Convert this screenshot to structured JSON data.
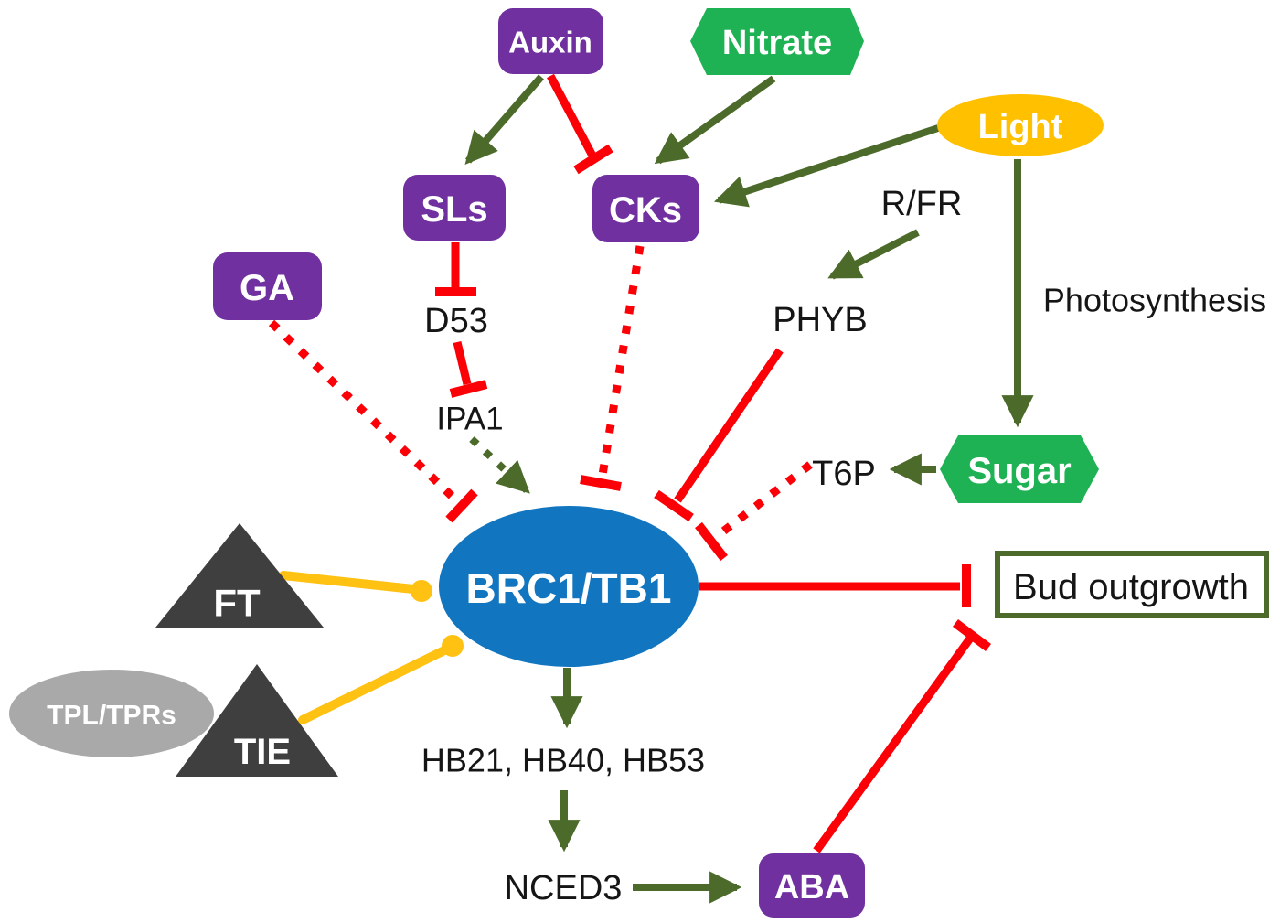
{
  "figure": {
    "type": "signaling-pathway-diagram",
    "description": "Regulatory network of axillary bud outgrowth converging on BRC1/TB1"
  },
  "nodes": {
    "auxin": {
      "label": "Auxin",
      "shape": "rounded-rectangle",
      "fill": "#7030A0",
      "text_color": "#FFFFFF"
    },
    "nitrate": {
      "label": "Nitrate",
      "shape": "hexagon",
      "fill": "#1FB254",
      "text_color": "#FFFFFF"
    },
    "light": {
      "label": "Light",
      "shape": "ellipse",
      "fill": "#FFC000",
      "text_color": "#FFFFFF"
    },
    "sls": {
      "label": "SLs",
      "shape": "rounded-rectangle",
      "fill": "#7030A0",
      "text_color": "#FFFFFF"
    },
    "cks": {
      "label": "CKs",
      "shape": "rounded-rectangle",
      "fill": "#7030A0",
      "text_color": "#FFFFFF"
    },
    "ga": {
      "label": "GA",
      "shape": "rounded-rectangle",
      "fill": "#7030A0",
      "text_color": "#FFFFFF"
    },
    "d53": {
      "label": "D53",
      "shape": "text",
      "text_color": "#151515"
    },
    "rfr": {
      "label": "R/FR",
      "shape": "text",
      "text_color": "#151515"
    },
    "phyb": {
      "label": "PHYB",
      "shape": "text",
      "text_color": "#151515"
    },
    "photosynthesis": {
      "label": "Photosynthesis",
      "shape": "text",
      "text_color": "#151515"
    },
    "ipa1": {
      "label": "IPA1",
      "shape": "text",
      "text_color": "#151515"
    },
    "t6p": {
      "label": "T6P",
      "shape": "text",
      "text_color": "#151515"
    },
    "sugar": {
      "label": "Sugar",
      "shape": "hexagon",
      "fill": "#1FB254",
      "text_color": "#FFFFFF"
    },
    "brc1_tb1": {
      "label": "BRC1/TB1",
      "shape": "ellipse",
      "fill": "#1175C0",
      "text_color": "#FFFFFF"
    },
    "ft": {
      "label": "FT",
      "shape": "triangle",
      "fill": "#3F3F3F",
      "text_color": "#FFFFFF"
    },
    "tpl_tprs": {
      "label": "TPL/TPRs",
      "shape": "ellipse",
      "fill": "#A9A9A9",
      "text_color": "#FFFFFF"
    },
    "tie": {
      "label": "TIE",
      "shape": "triangle",
      "fill": "#3F3F3F",
      "text_color": "#FFFFFF"
    },
    "bud_outgrowth": {
      "label": "Bud outgrowth",
      "shape": "rectangle-outline",
      "stroke": "#4C6B2A",
      "fill": "#FFFFFF",
      "text_color": "#151515"
    },
    "hb_genes": {
      "label": "HB21, HB40, HB53",
      "shape": "text",
      "text_color": "#151515"
    },
    "nced3": {
      "label": "NCED3",
      "shape": "text",
      "text_color": "#151515"
    },
    "aba": {
      "label": "ABA",
      "shape": "rounded-rectangle",
      "fill": "#7030A0",
      "text_color": "#FFFFFF"
    }
  },
  "edges": [
    {
      "from": "Auxin",
      "to": "SLs",
      "effect": "activates",
      "style": "solid",
      "color": "dark-green"
    },
    {
      "from": "Auxin",
      "to": "CKs",
      "effect": "inhibits",
      "style": "solid",
      "color": "red"
    },
    {
      "from": "Nitrate",
      "to": "CKs",
      "effect": "activates",
      "style": "solid",
      "color": "dark-green"
    },
    {
      "from": "Light",
      "to": "CKs",
      "effect": "activates",
      "style": "solid",
      "color": "dark-green"
    },
    {
      "from": "Light",
      "to": "Sugar",
      "effect": "activates",
      "style": "solid",
      "color": "dark-green",
      "label": "Photosynthesis"
    },
    {
      "from": "R/FR",
      "to": "PHYB",
      "effect": "activates",
      "style": "solid",
      "color": "dark-green"
    },
    {
      "from": "SLs",
      "to": "D53",
      "effect": "inhibits",
      "style": "solid",
      "color": "red"
    },
    {
      "from": "D53",
      "to": "IPA1",
      "effect": "inhibits",
      "style": "solid",
      "color": "red"
    },
    {
      "from": "IPA1",
      "to": "BRC1/TB1",
      "effect": "activates",
      "style": "dotted",
      "color": "dark-green"
    },
    {
      "from": "GA",
      "to": "BRC1/TB1",
      "effect": "inhibits",
      "style": "dotted",
      "color": "red"
    },
    {
      "from": "CKs",
      "to": "BRC1/TB1",
      "effect": "inhibits",
      "style": "dotted",
      "color": "red"
    },
    {
      "from": "PHYB",
      "to": "BRC1/TB1",
      "effect": "inhibits",
      "style": "solid",
      "color": "red"
    },
    {
      "from": "T6P",
      "to": "BRC1/TB1",
      "effect": "inhibits",
      "style": "dotted",
      "color": "red"
    },
    {
      "from": "Sugar",
      "to": "T6P",
      "effect": "activates",
      "style": "solid",
      "color": "dark-green"
    },
    {
      "from": "FT",
      "to": "BRC1/TB1",
      "effect": "binds",
      "style": "solid",
      "color": "yellow"
    },
    {
      "from": "TIE",
      "to": "BRC1/TB1",
      "effect": "binds",
      "style": "solid",
      "color": "yellow"
    },
    {
      "from": "BRC1/TB1",
      "to": "Bud outgrowth",
      "effect": "inhibits",
      "style": "solid",
      "color": "red"
    },
    {
      "from": "BRC1/TB1",
      "to": "HB21, HB40, HB53",
      "effect": "activates",
      "style": "solid",
      "color": "dark-green"
    },
    {
      "from": "HB21, HB40, HB53",
      "to": "NCED3",
      "effect": "activates",
      "style": "solid",
      "color": "dark-green"
    },
    {
      "from": "NCED3",
      "to": "ABA",
      "effect": "activates",
      "style": "solid",
      "color": "dark-green"
    },
    {
      "from": "ABA",
      "to": "Bud outgrowth",
      "effect": "inhibits",
      "style": "solid",
      "color": "red"
    }
  ],
  "palette": {
    "purple": "#7030A0",
    "green": "#1FB254",
    "dark_green": "#4C6B2A",
    "red": "#FB0006",
    "gold": "#FFC000",
    "yellow_connector": "#FFC112",
    "blue": "#1175C0",
    "gray": "#A9A9A9",
    "dark_gray": "#3F3F3F",
    "background": "#FFFFFF"
  }
}
